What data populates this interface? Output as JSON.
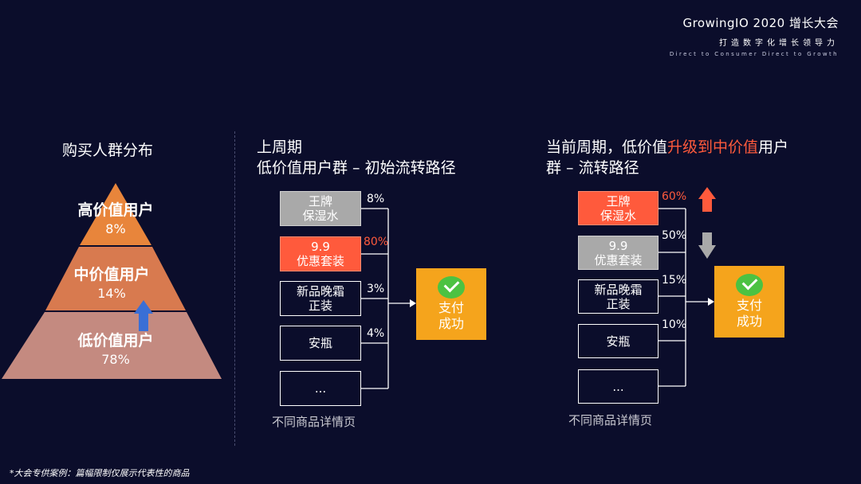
{
  "brand": {
    "title": "GrowingIO 2020 增长大会",
    "subtitle": "打造数字化增长领导力",
    "tagline": "Direct to Consumer Direct to Growth"
  },
  "pyramid": {
    "title": "购买人群分布",
    "tiers": [
      {
        "name": "高价值用户",
        "pct": "8%",
        "color": "#e8853b"
      },
      {
        "name": "中价值用户",
        "pct": "14%",
        "color": "#d87a4f"
      },
      {
        "name": "低价值用户",
        "pct": "78%",
        "color": "#c48a80"
      }
    ],
    "arrow_color": "#3a6fd6"
  },
  "last_period": {
    "title_line1": "上周期",
    "title_line2": "低价值用户群 – 初始流转路径",
    "products": [
      {
        "label_line1": "王牌",
        "label_line2": "保湿水",
        "pct": "8%",
        "style": "gray",
        "pct_style": "white"
      },
      {
        "label_line1": "9.9",
        "label_line2": "优惠套装",
        "pct": "80%",
        "style": "orange",
        "pct_style": "red"
      },
      {
        "label_line1": "新品晚霜",
        "label_line2": "正装",
        "pct": "3%",
        "style": "plain",
        "pct_style": "white"
      },
      {
        "label_line1": "安瓶",
        "label_line2": "",
        "pct": "4%",
        "style": "plain",
        "pct_style": "white"
      },
      {
        "label_line1": "...",
        "label_line2": "",
        "pct": "",
        "style": "plain",
        "pct_style": "white"
      }
    ],
    "pay_line1": "支付",
    "pay_line2": "成功",
    "caption": "不同商品详情页"
  },
  "current_period": {
    "title_a": "当前周期，低价值",
    "title_highlight": "升级到中价值",
    "title_b": "用户",
    "title_line2": "群 – 流转路径",
    "products": [
      {
        "label_line1": "王牌",
        "label_line2": "保湿水",
        "pct": "60%",
        "style": "orange",
        "pct_style": "red"
      },
      {
        "label_line1": "9.9",
        "label_line2": "优惠套装",
        "pct": "50%",
        "style": "gray",
        "pct_style": "white"
      },
      {
        "label_line1": "新品晚霜",
        "label_line2": "正装",
        "pct": "15%",
        "style": "plain",
        "pct_style": "white"
      },
      {
        "label_line1": "安瓶",
        "label_line2": "",
        "pct": "10%",
        "style": "plain",
        "pct_style": "white"
      },
      {
        "label_line1": "...",
        "label_line2": "",
        "pct": "",
        "style": "plain",
        "pct_style": "white"
      }
    ],
    "pay_line1": "支付",
    "pay_line2": "成功",
    "caption": "不同商品详情页",
    "up_arrow_color": "#ff5a3c",
    "down_arrow_color": "#a9a9a9"
  },
  "footnote": "*大会专供案例：篇幅限制仅展示代表性的商品"
}
